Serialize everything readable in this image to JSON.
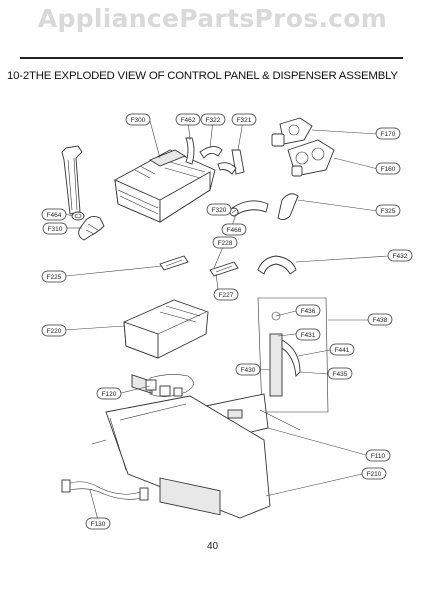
{
  "header": {
    "watermark": "AppliancePartsPros.com",
    "title": "10-2THE EXPLODED VIEW OF CONTROL PANEL & DISPENSER ASSEMBLY"
  },
  "callouts": {
    "F300": "F300",
    "F462": "F462",
    "F322": "F322",
    "F321": "F321",
    "F170": "F170",
    "F160": "F160",
    "F325": "F325",
    "F320": "F320",
    "F466": "F466",
    "F464": "F464",
    "F310": "F310",
    "F228": "F228",
    "F225": "F225",
    "F227": "F227",
    "F432": "F432",
    "F220": "F220",
    "F436": "F436",
    "F438": "F438",
    "F431": "F431",
    "F441": "F441",
    "F430": "F430",
    "F435": "F435",
    "F120": "F120",
    "F110": "F110",
    "F210": "F210",
    "F130": "F130"
  },
  "footer": {
    "page_number": "40"
  }
}
